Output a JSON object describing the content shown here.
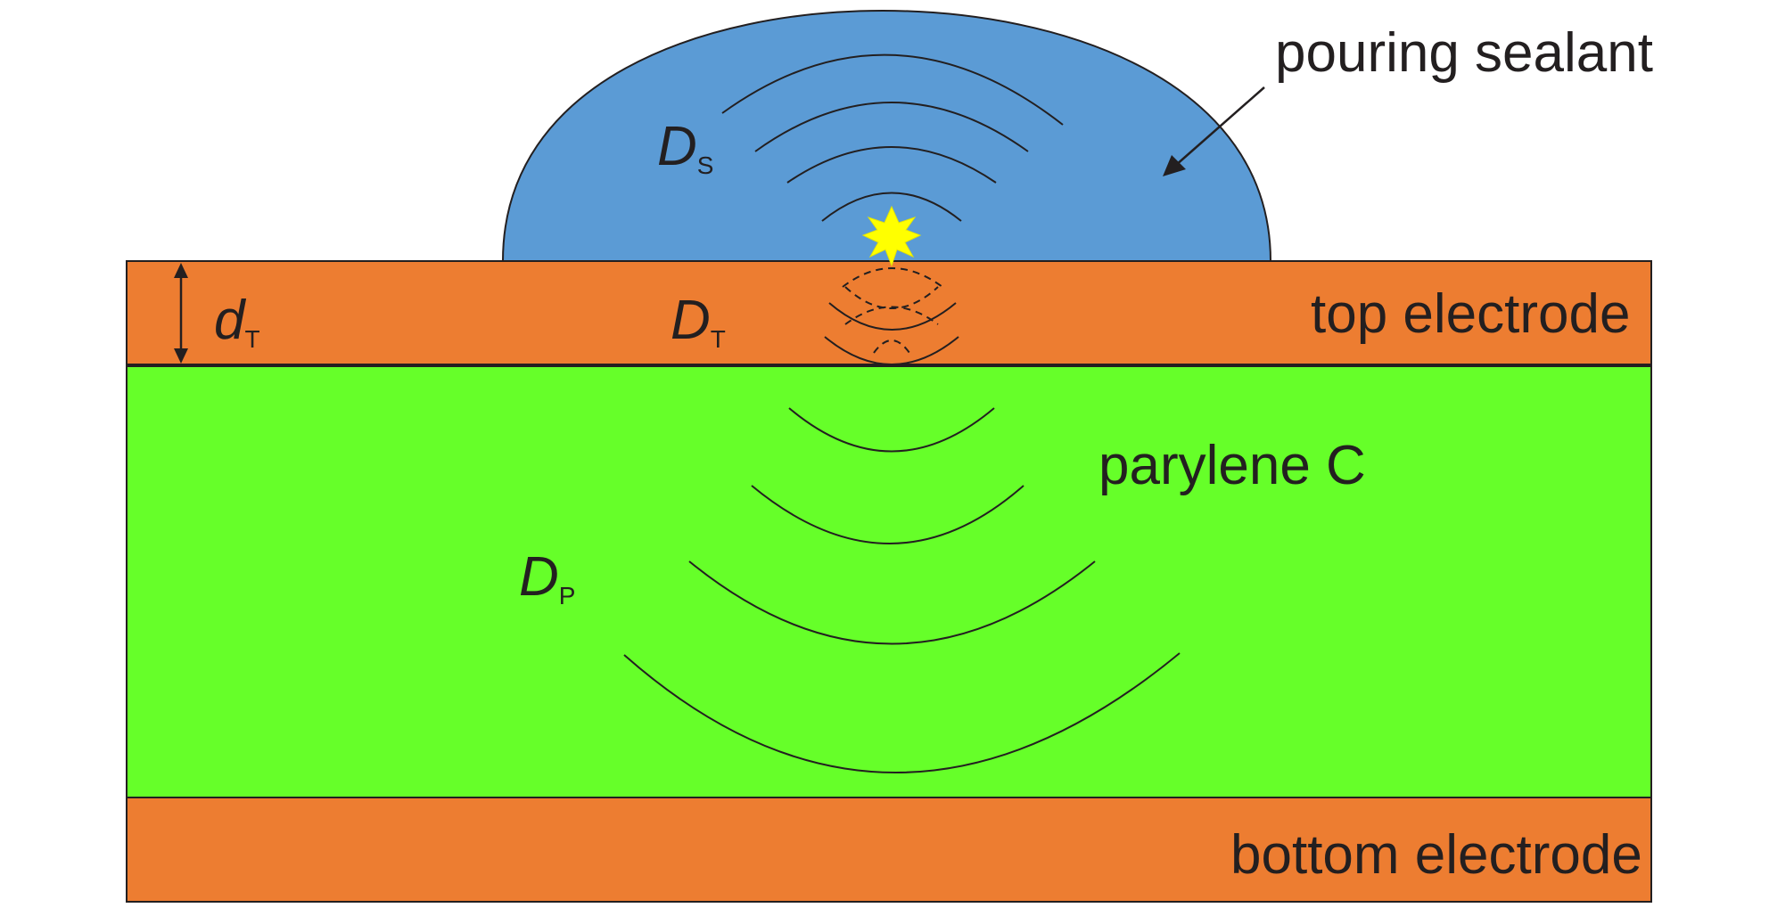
{
  "labels": {
    "sealant": "pouring sealant",
    "top_electrode": "top electrode",
    "parylene": "parylene C",
    "bottom_electrode": "bottom electrode"
  },
  "symbols": {
    "ds_main": "D",
    "ds_sub": "S",
    "dt_main": "D",
    "dt_sub": "T",
    "dp_main": "D",
    "dp_sub": "P",
    "thick_main": "d",
    "thick_sub": "T"
  },
  "colors": {
    "sealant": "#5b9bd5",
    "electrode": "#ed7d31",
    "parylene": "#66ff29",
    "spark": "#ffff00",
    "stroke": "#231f20"
  }
}
